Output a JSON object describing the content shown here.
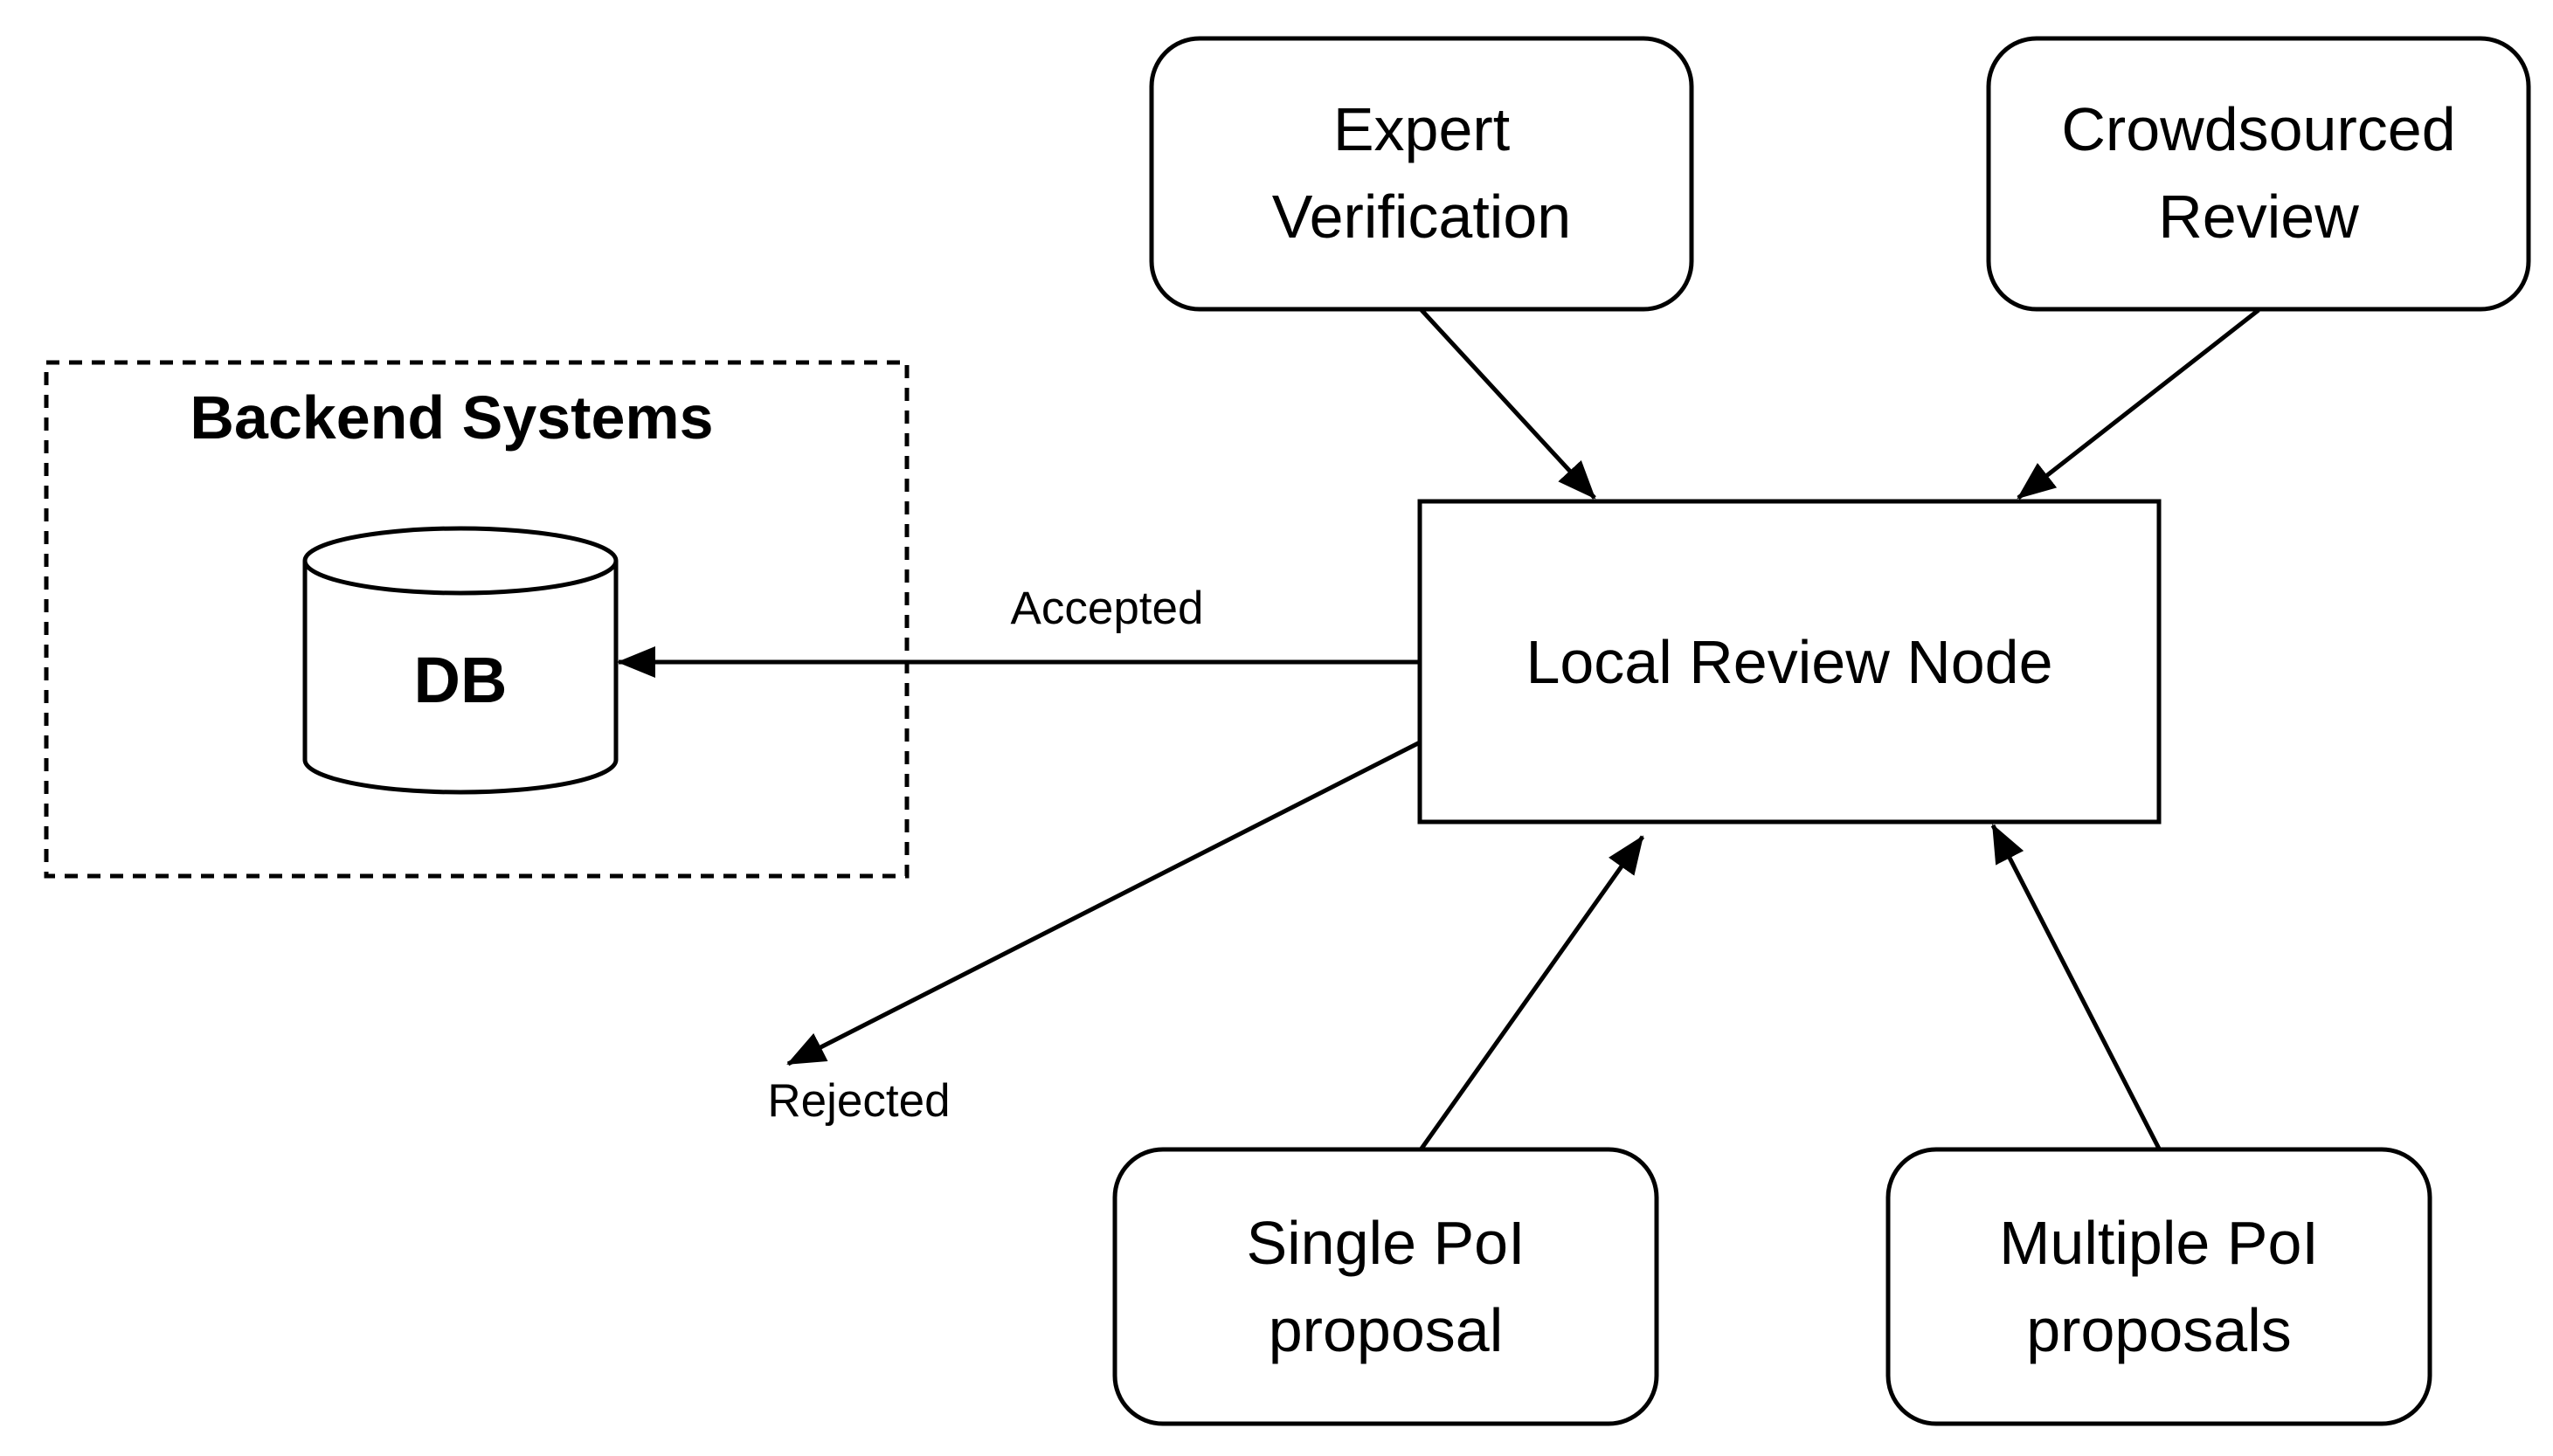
{
  "nodes": {
    "expert_verification": {
      "lines": [
        "Expert",
        "Verification"
      ]
    },
    "crowdsourced_review": {
      "lines": [
        "Crowdsourced",
        "Review"
      ]
    },
    "local_review_node": {
      "label": "Local Review Node"
    },
    "single_poi": {
      "lines": [
        "Single PoI",
        "proposal"
      ]
    },
    "multiple_poi": {
      "lines": [
        "Multiple PoI",
        "proposals"
      ]
    },
    "backend_systems": {
      "title": "Backend Systems"
    },
    "db": {
      "label": "DB"
    }
  },
  "edges": {
    "accepted": {
      "label": "Accepted"
    },
    "rejected": {
      "label": "Rejected"
    }
  }
}
